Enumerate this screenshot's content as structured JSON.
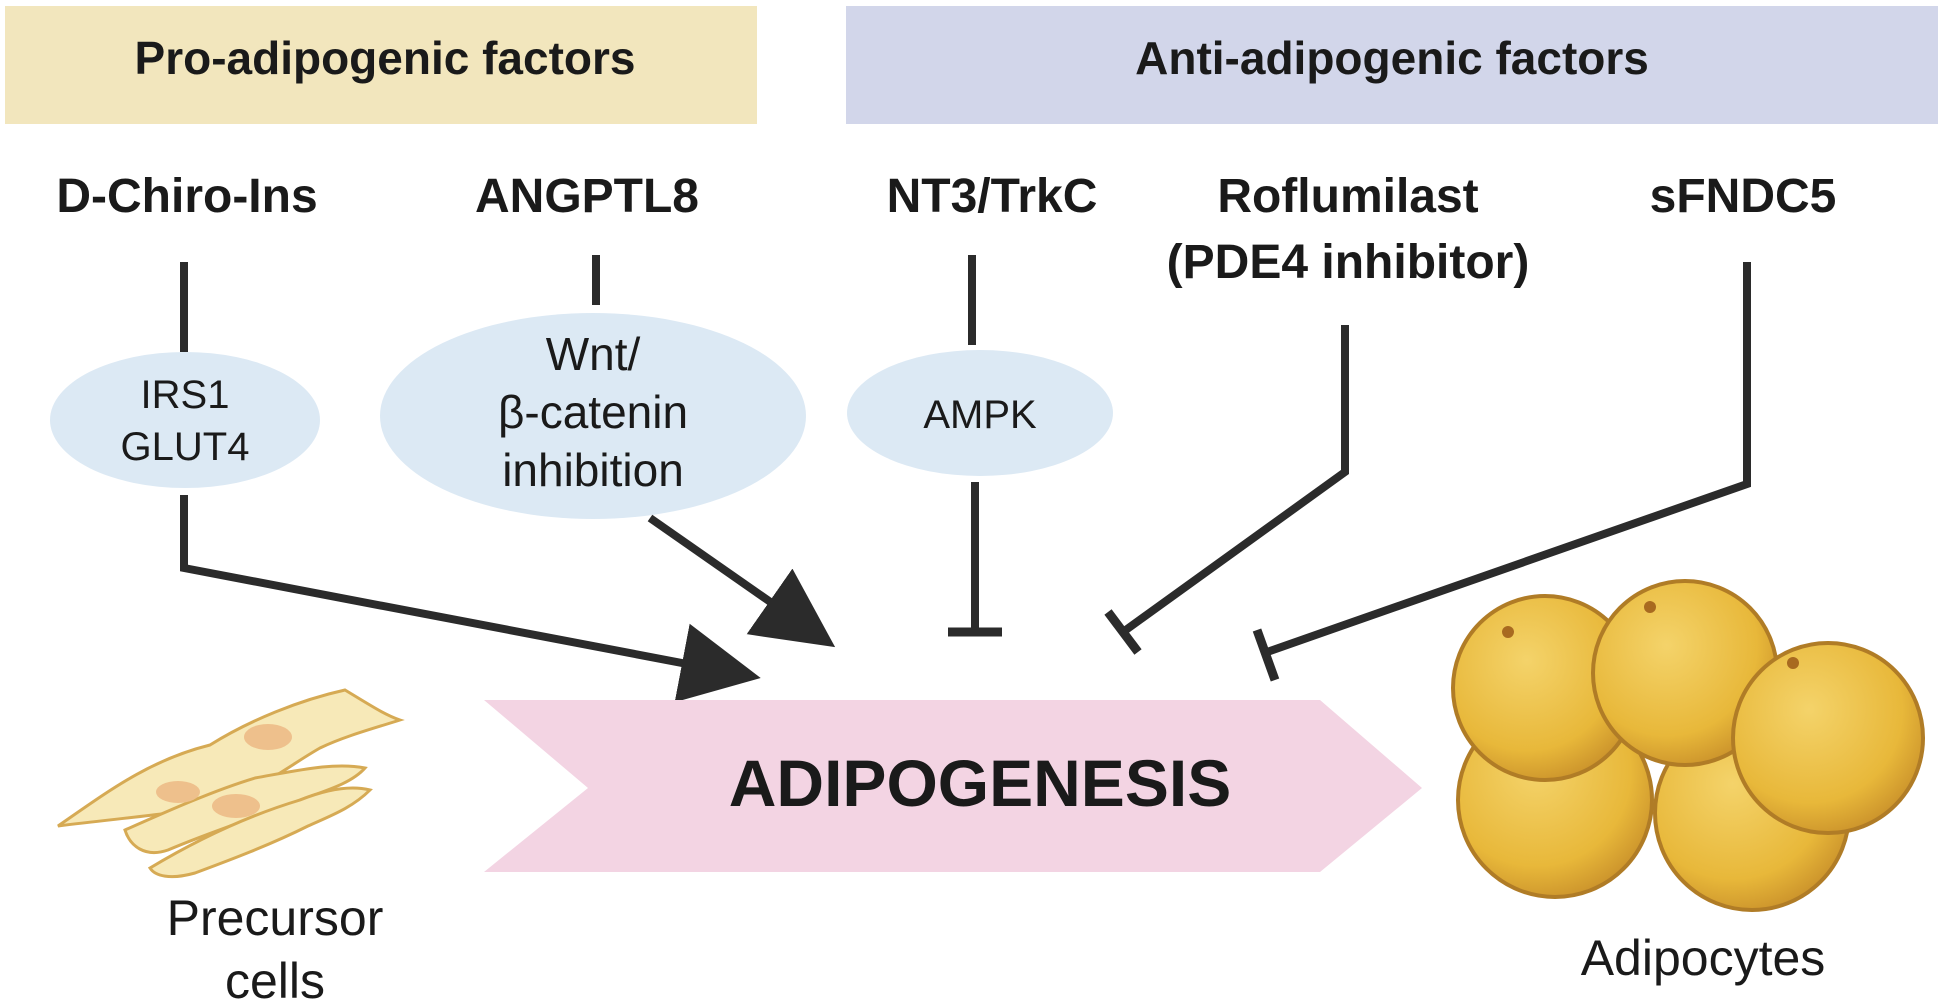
{
  "headers": {
    "pro": "Pro-adipogenic factors",
    "anti": "Anti-adipogenic factors"
  },
  "factors": {
    "d_chiro_ins": "D-Chiro-Ins",
    "angptl8": "ANGPTL8",
    "nt3_trkc": "NT3/TrkC",
    "roflumilast_line1": "Roflumilast",
    "roflumilast_line2": "(PDE4 inhibitor)",
    "sfndc5": "sFNDC5"
  },
  "mediators": {
    "irs1": "IRS1",
    "glut4": "GLUT4",
    "wnt_line1": "Wnt/",
    "wnt_line2": "β-catenin",
    "wnt_line3": "inhibition",
    "ampk": "AMPK"
  },
  "process": "ADIPOGENESIS",
  "precursor": {
    "line1": "Precursor",
    "line2": "cells"
  },
  "adipocytes": "Adipocytes",
  "colors": {
    "pro_header_bg": "#f2e6bd",
    "anti_header_bg": "#d2d6ea",
    "mediator_bg": "#dce9f4",
    "process_arrow": "#f3d4e3",
    "line": "#2b2b2b",
    "adipocyte_fill": "#e8b83a",
    "precursor_fill": "#f7e9b8"
  }
}
